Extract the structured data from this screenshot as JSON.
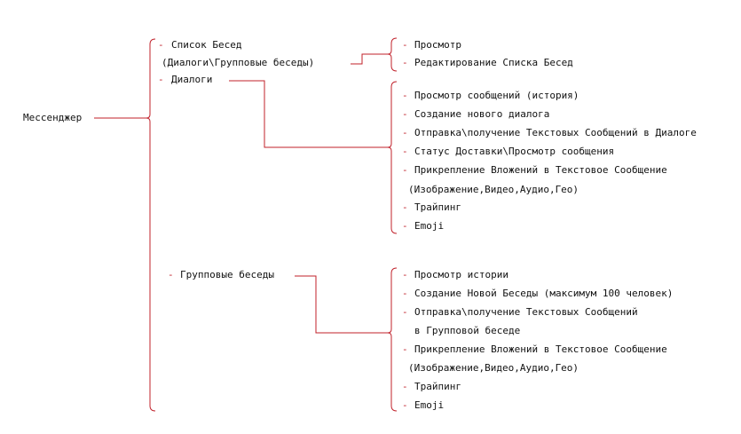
{
  "colors": {
    "connector": "#c0202a",
    "text": "#111111",
    "background": "#ffffff"
  },
  "root": {
    "label": "Мессенджер"
  },
  "branches": [
    {
      "label_lines": [
        "Список Бесед",
        "(Диалоги\\Групповые беседы)"
      ],
      "items": [
        [
          "Просмотр"
        ],
        [
          "Редактирование Списка Бесед"
        ]
      ]
    },
    {
      "label_lines": [
        "Диалоги"
      ],
      "items": [
        [
          "Просмотр сообщений (история)"
        ],
        [
          "Создание нового диалога"
        ],
        [
          "Отправка\\получение Текстовых Сообщений в Диалоге"
        ],
        [
          "Статус Доставки\\Просмотр сообщения"
        ],
        [
          "Прикрепление Вложений в Текстовое Сообщение",
          "(Изображение,Видео,Аудио,Гео)"
        ],
        [
          "Трайпинг"
        ],
        [
          "Emoji"
        ]
      ]
    },
    {
      "label_lines": [
        "Групповые беседы"
      ],
      "items": [
        [
          "Просмотр истории"
        ],
        [
          "Создание Новой Беседы (максимум 100 человек)"
        ],
        [
          "Отправка\\получение Текстовых Сообщений",
          "в Групповой беседе"
        ],
        [
          "Прикрепление Вложений в Текстовое Сообщение",
          "(Изображение,Видео,Аудио,Гео)"
        ],
        [
          "Трайпинг"
        ],
        [
          "Emoji"
        ]
      ]
    }
  ]
}
